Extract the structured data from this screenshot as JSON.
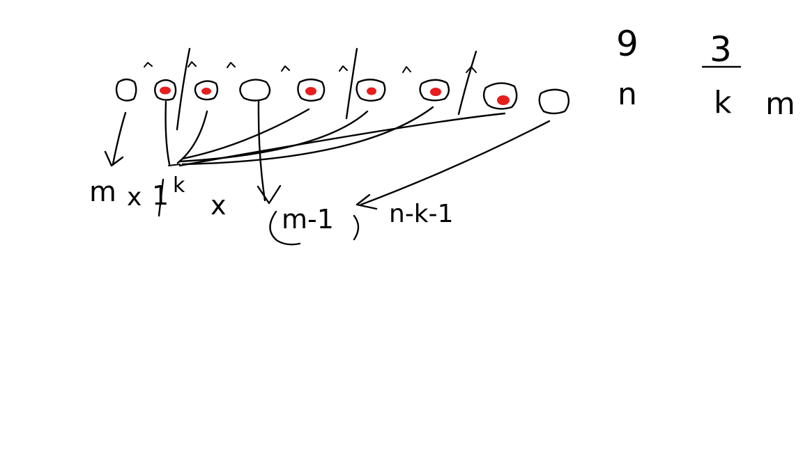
{
  "accent_color": "#e81d1d",
  "ink_color": "#000000",
  "background": "#ffffff",
  "balls": [
    {
      "marked": false
    },
    {
      "marked": true
    },
    {
      "marked": true
    },
    {
      "marked": false
    },
    {
      "marked": true
    },
    {
      "marked": true
    },
    {
      "marked": true
    },
    {
      "marked": true
    },
    {
      "marked": false
    }
  ],
  "top_right": {
    "n_value": "9",
    "n_label": "n",
    "k_value": "3",
    "k_label": "k",
    "m_label": "m"
  },
  "formula": {
    "m": "m",
    "times1": "x",
    "one": "1",
    "k_exp": "k",
    "times2": "x",
    "base": "m-1",
    "exponent": "n-k-1"
  }
}
